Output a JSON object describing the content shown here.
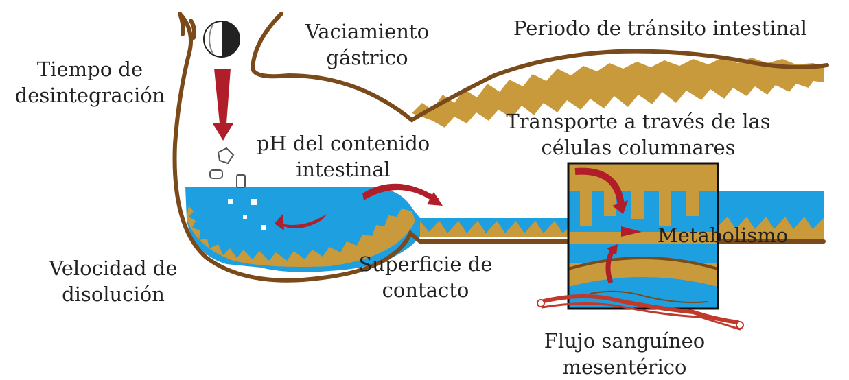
{
  "colors": {
    "water": "#1e9fe0",
    "tissue": "#c99a3c",
    "wall": "#7a4a1a",
    "arrow": "#b01e2a",
    "vessel": "#c0392b",
    "box": "#111111"
  },
  "labels": {
    "disintegration": [
      "Tiempo de",
      "desintegración"
    ],
    "gastric_emptying": [
      "Vaciamiento",
      "gástrico"
    ],
    "transit": [
      "Periodo de tránsito intestinal"
    ],
    "ph": [
      "pH del contenido",
      "intestinal"
    ],
    "transport": [
      "Transporte a través de las",
      "células columnares"
    ],
    "metabolism": [
      "Metabolismo"
    ],
    "dissolution": [
      "Velocidad de",
      "disolución"
    ],
    "surface": [
      "Superficie de",
      "contacto"
    ],
    "blood_flow": [
      "Flujo sanguíneo",
      "mesentérico"
    ]
  }
}
